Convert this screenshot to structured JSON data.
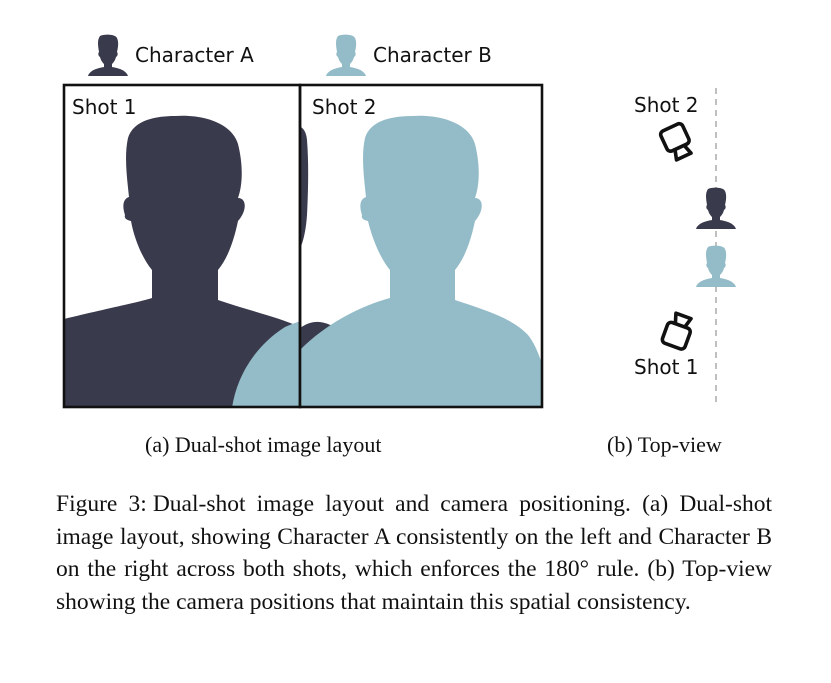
{
  "legend": {
    "character_a": "Character A",
    "character_b": "Character B"
  },
  "layout_panel": {
    "shot1_label": "Shot 1",
    "shot2_label": "Shot 2"
  },
  "top_view": {
    "shot2_label": "Shot 2",
    "shot1_label": "Shot 1"
  },
  "subcaptions": {
    "a": "(a) Dual-shot image layout",
    "b": "(b) Top-view"
  },
  "caption": {
    "label": "Figure 3:",
    "text": "Dual-shot image layout and camera positioning. (a) Dual-shot image layout, showing Character A consis­tently on the left and Character B on the right across both shots, which enforces the 180° rule. (b) Top-view showing the camera positions that maintain this spatial consistency."
  },
  "colors": {
    "character_a": "#3a3a4d",
    "character_b": "#93bcc8",
    "frame": "#111111",
    "dashed_line": "#b0b0b0"
  }
}
